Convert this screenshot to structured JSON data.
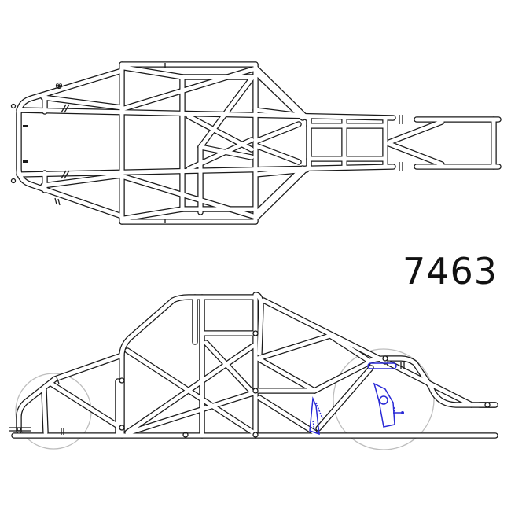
{
  "diagram": {
    "part_number": "7463",
    "views": [
      {
        "name": "top-view",
        "description": "Plan view of tube-frame race car chassis"
      },
      {
        "name": "side-view",
        "description": "Side elevation of tube-frame race car chassis with wheel outlines and blue suspension brackets"
      }
    ],
    "colors": {
      "tube_outline": "#1a1a1a",
      "tube_fill": "#ffffff",
      "wheel_outline": "#bdbdbd",
      "brackets": "#2a2ad6",
      "background": "#ffffff"
    }
  }
}
